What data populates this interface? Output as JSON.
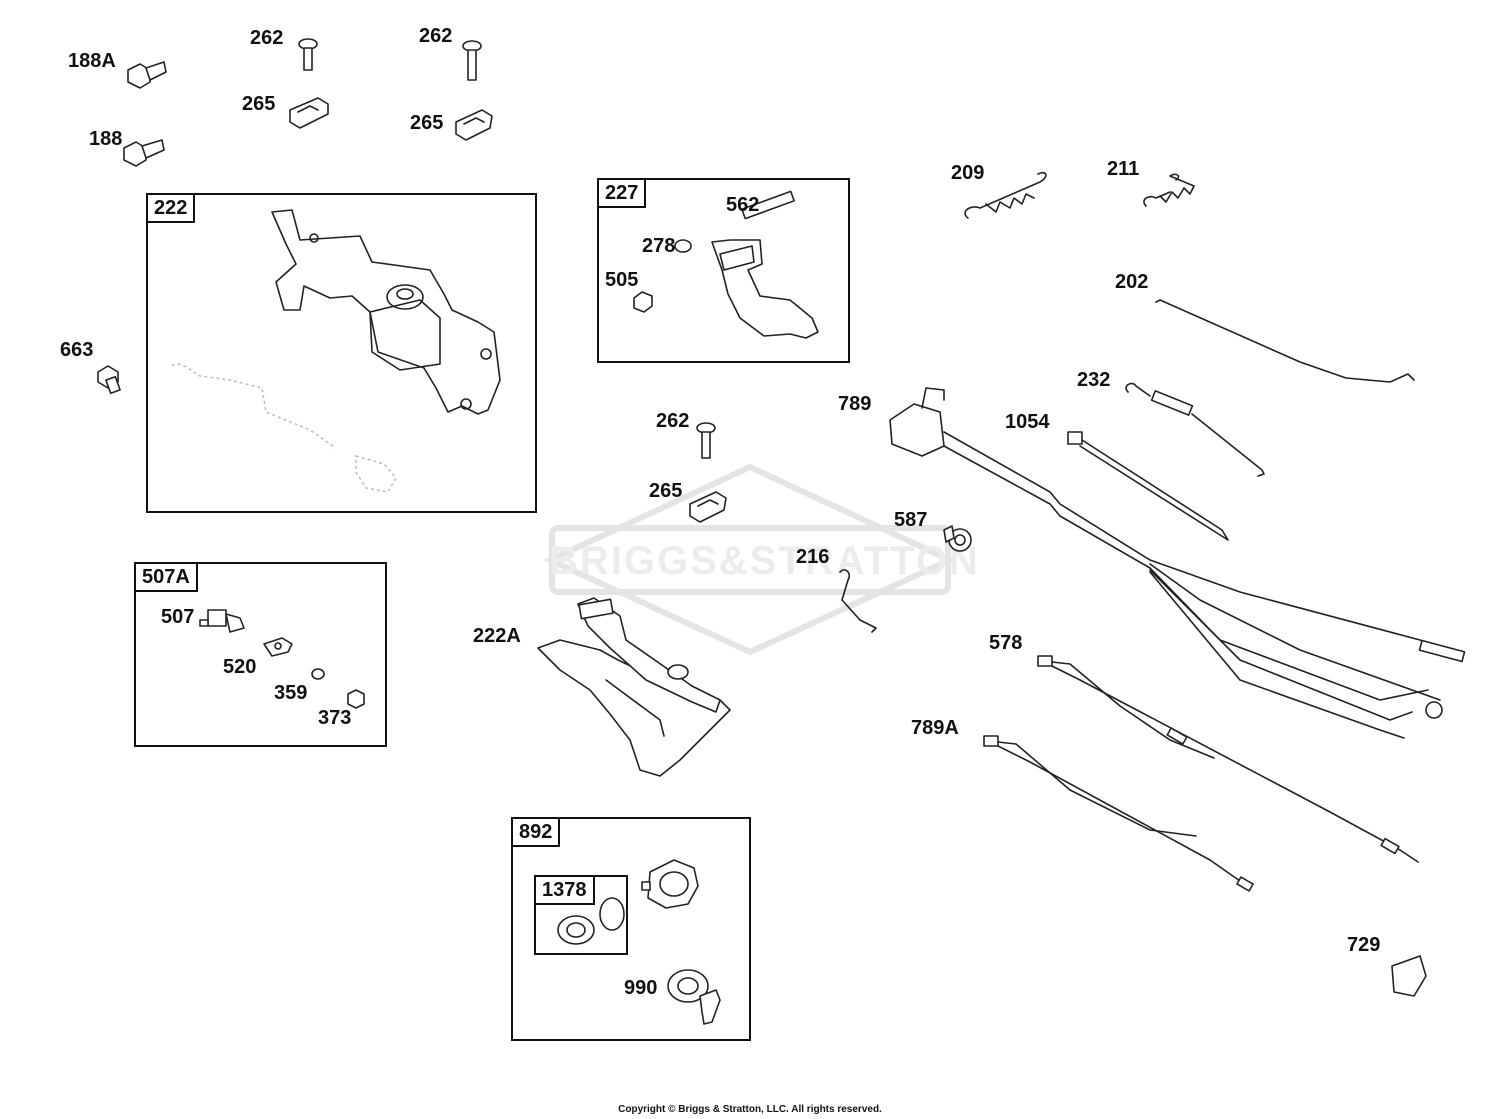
{
  "watermark": "BRIGGS&STRATTON",
  "copyright": "Copyright © Briggs & Stratton, LLC. All rights reserved.",
  "boxes": {
    "b222": "222",
    "b227": "227",
    "b507A": "507A",
    "b892": "892",
    "b1378": "1378"
  },
  "labels": {
    "l188A": "188A",
    "l188": "188",
    "l262a": "262",
    "l262b": "262",
    "l262c": "262",
    "l265a": "265",
    "l265b": "265",
    "l265c": "265",
    "l663": "663",
    "l562": "562",
    "l278": "278",
    "l505": "505",
    "l209": "209",
    "l211": "211",
    "l202": "202",
    "l232": "232",
    "l789": "789",
    "l1054": "1054",
    "l587": "587",
    "l216": "216",
    "l222A": "222A",
    "l507": "507",
    "l520": "520",
    "l359": "359",
    "l373": "373",
    "l578": "578",
    "l789A": "789A",
    "l990": "990",
    "l729": "729"
  }
}
